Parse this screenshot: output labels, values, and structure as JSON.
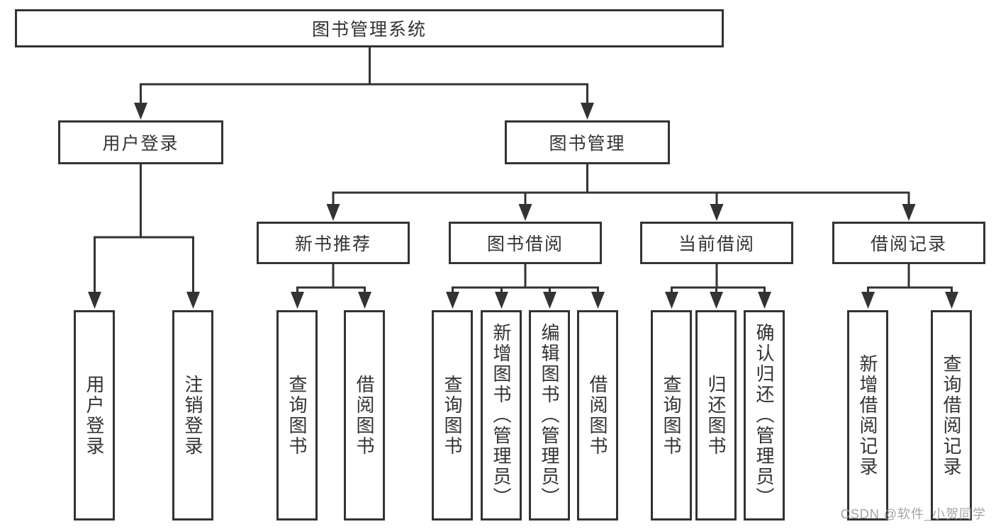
{
  "tree": {
    "root": {
      "label": "图书管理系统",
      "children": [
        {
          "label": "用户登录",
          "children": [
            {
              "label": "用户登录"
            },
            {
              "label": "注销登录"
            }
          ]
        },
        {
          "label": "图书管理",
          "children": [
            {
              "label": "新书推荐",
              "children": [
                {
                  "label": "查询图书"
                },
                {
                  "label": "借阅图书"
                }
              ]
            },
            {
              "label": "图书借阅",
              "children": [
                {
                  "label": "查询图书"
                },
                {
                  "label": "新增图书（管理员）"
                },
                {
                  "label": "编辑图书（管理员）"
                },
                {
                  "label": "借阅图书"
                }
              ]
            },
            {
              "label": "当前借阅",
              "children": [
                {
                  "label": "查询图书"
                },
                {
                  "label": "归还图书"
                },
                {
                  "label": "确认归还（管理员）"
                }
              ]
            },
            {
              "label": "借阅记录",
              "children": [
                {
                  "label": "新增借阅记录"
                },
                {
                  "label": "查询借阅记录"
                }
              ]
            }
          ]
        }
      ]
    }
  },
  "watermark": {
    "text": "CSDN @软件_小贺同学"
  },
  "colors": {
    "line": "#333333",
    "box_background": "#ffffff",
    "text": "#333333",
    "watermark_text": "#9b9b9b"
  }
}
